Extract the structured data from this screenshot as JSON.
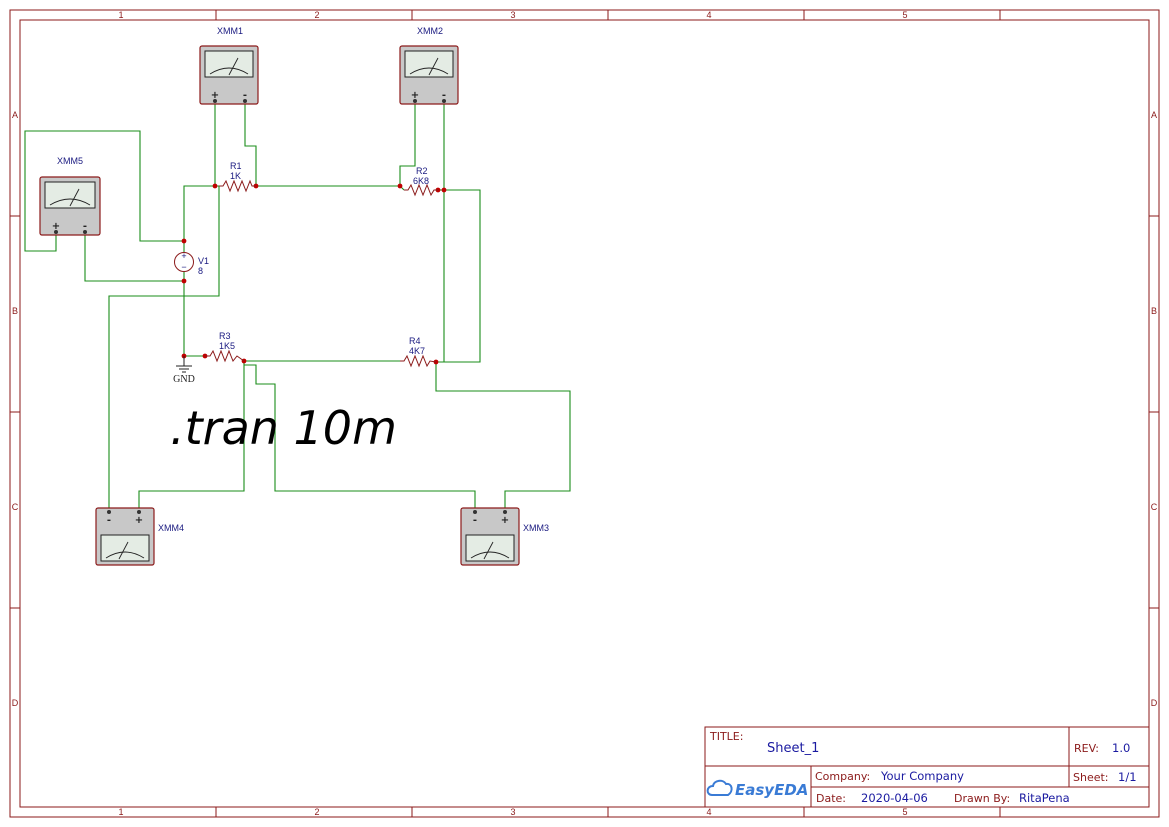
{
  "sheet": {
    "columns": [
      "1",
      "2",
      "3",
      "4",
      "5"
    ],
    "rows": [
      "A",
      "B",
      "C",
      "D"
    ]
  },
  "meters": {
    "xmm1": {
      "name": "XMM1",
      "plus": "+",
      "minus": "-"
    },
    "xmm2": {
      "name": "XMM2",
      "plus": "+",
      "minus": "-"
    },
    "xmm3": {
      "name": "XMM3",
      "plus": "+",
      "minus": "-"
    },
    "xmm4": {
      "name": "XMM4",
      "plus": "+",
      "minus": "-"
    },
    "xmm5": {
      "name": "XMM5",
      "plus": "+",
      "minus": "-"
    }
  },
  "components": {
    "r1": {
      "ref": "R1",
      "value": "1K"
    },
    "r2": {
      "ref": "R2",
      "value": "6K8"
    },
    "r3": {
      "ref": "R3",
      "value": "1K5"
    },
    "r4": {
      "ref": "R4",
      "value": "4K7"
    },
    "v1": {
      "ref": "V1",
      "value": "8",
      "plus": "+",
      "minus": "−"
    },
    "gnd": {
      "label": "GND"
    }
  },
  "directive": ".tran 10m",
  "title_block": {
    "title_label": "TITLE:",
    "title_value": "Sheet_1",
    "rev_label": "REV:",
    "rev_value": "1.0",
    "logo": "EasyEDA",
    "company_label": "Company:",
    "company_value": "Your Company",
    "sheet_label": "Sheet:",
    "sheet_value": "1/1",
    "date_label": "Date:",
    "date_value": "2020-04-06",
    "drawn_label": "Drawn By:",
    "drawn_value": "RitaPena"
  },
  "colors": {
    "frame": "#8b1a1a",
    "wire": "#1a8c1a",
    "junction": "#c00000",
    "text_blue": "#1a1aa0",
    "logo": "#3a7bd5"
  }
}
